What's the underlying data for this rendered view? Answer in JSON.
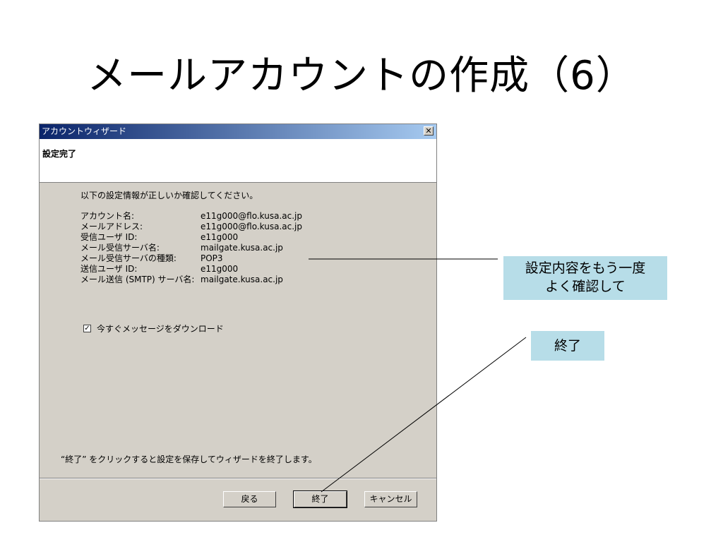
{
  "slide": {
    "title": "メールアカウントの作成（6）"
  },
  "dialog": {
    "window_title": "アカウントウィザード",
    "close_glyph": "✕",
    "header_title": "設定完了",
    "intro": "以下の設定情報が正しいか確認してください。",
    "fields": [
      {
        "label": "アカウント名:",
        "value": "e11g000@flo.kusa.ac.jp"
      },
      {
        "label": "メールアドレス:",
        "value": "e11g000@flo.kusa.ac.jp"
      },
      {
        "label": "受信ユーザ ID:",
        "value": "e11g000"
      },
      {
        "label": "メール受信サーバ名:",
        "value": "mailgate.kusa.ac.jp"
      },
      {
        "label": "メール受信サーバの種類:",
        "value": "POP3"
      },
      {
        "label": "送信ユーザ ID:",
        "value": "e11g000"
      },
      {
        "label": "メール送信 (SMTP) サーバ名:",
        "value": "mailgate.kusa.ac.jp"
      }
    ],
    "download_checkbox": {
      "label": "今すぐメッセージをダウンロード",
      "checked": true,
      "glyph": "✓"
    },
    "footer_note": "“終了” をクリックすると設定を保存してウィザードを終了します。",
    "buttons": {
      "back": "戻る",
      "finish": "終了",
      "cancel": "キャンセル"
    }
  },
  "callouts": {
    "confirm_line1": "設定内容をもう一度",
    "confirm_line2": "よく確認して",
    "finish": "終了",
    "color": "#b7dde8"
  }
}
